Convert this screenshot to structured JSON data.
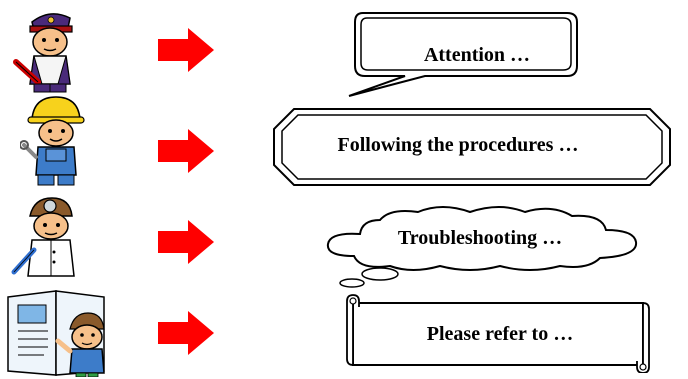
{
  "rows": [
    {
      "figure": "police-officer-icon",
      "arrow": "red-arrow-icon",
      "callout": "speech-bubble",
      "text": "Attention …"
    },
    {
      "figure": "construction-worker-icon",
      "arrow": "red-arrow-icon",
      "callout": "banner-box",
      "text": "Following the procedures …"
    },
    {
      "figure": "doctor-icon",
      "arrow": "red-arrow-icon",
      "callout": "thought-cloud",
      "text": "Troubleshooting …"
    },
    {
      "figure": "manual-reader-icon",
      "arrow": "red-arrow-icon",
      "callout": "scroll-banner",
      "text": "Please refer to …"
    }
  ],
  "colors": {
    "arrow": "#ff0000",
    "outline": "#000000"
  }
}
